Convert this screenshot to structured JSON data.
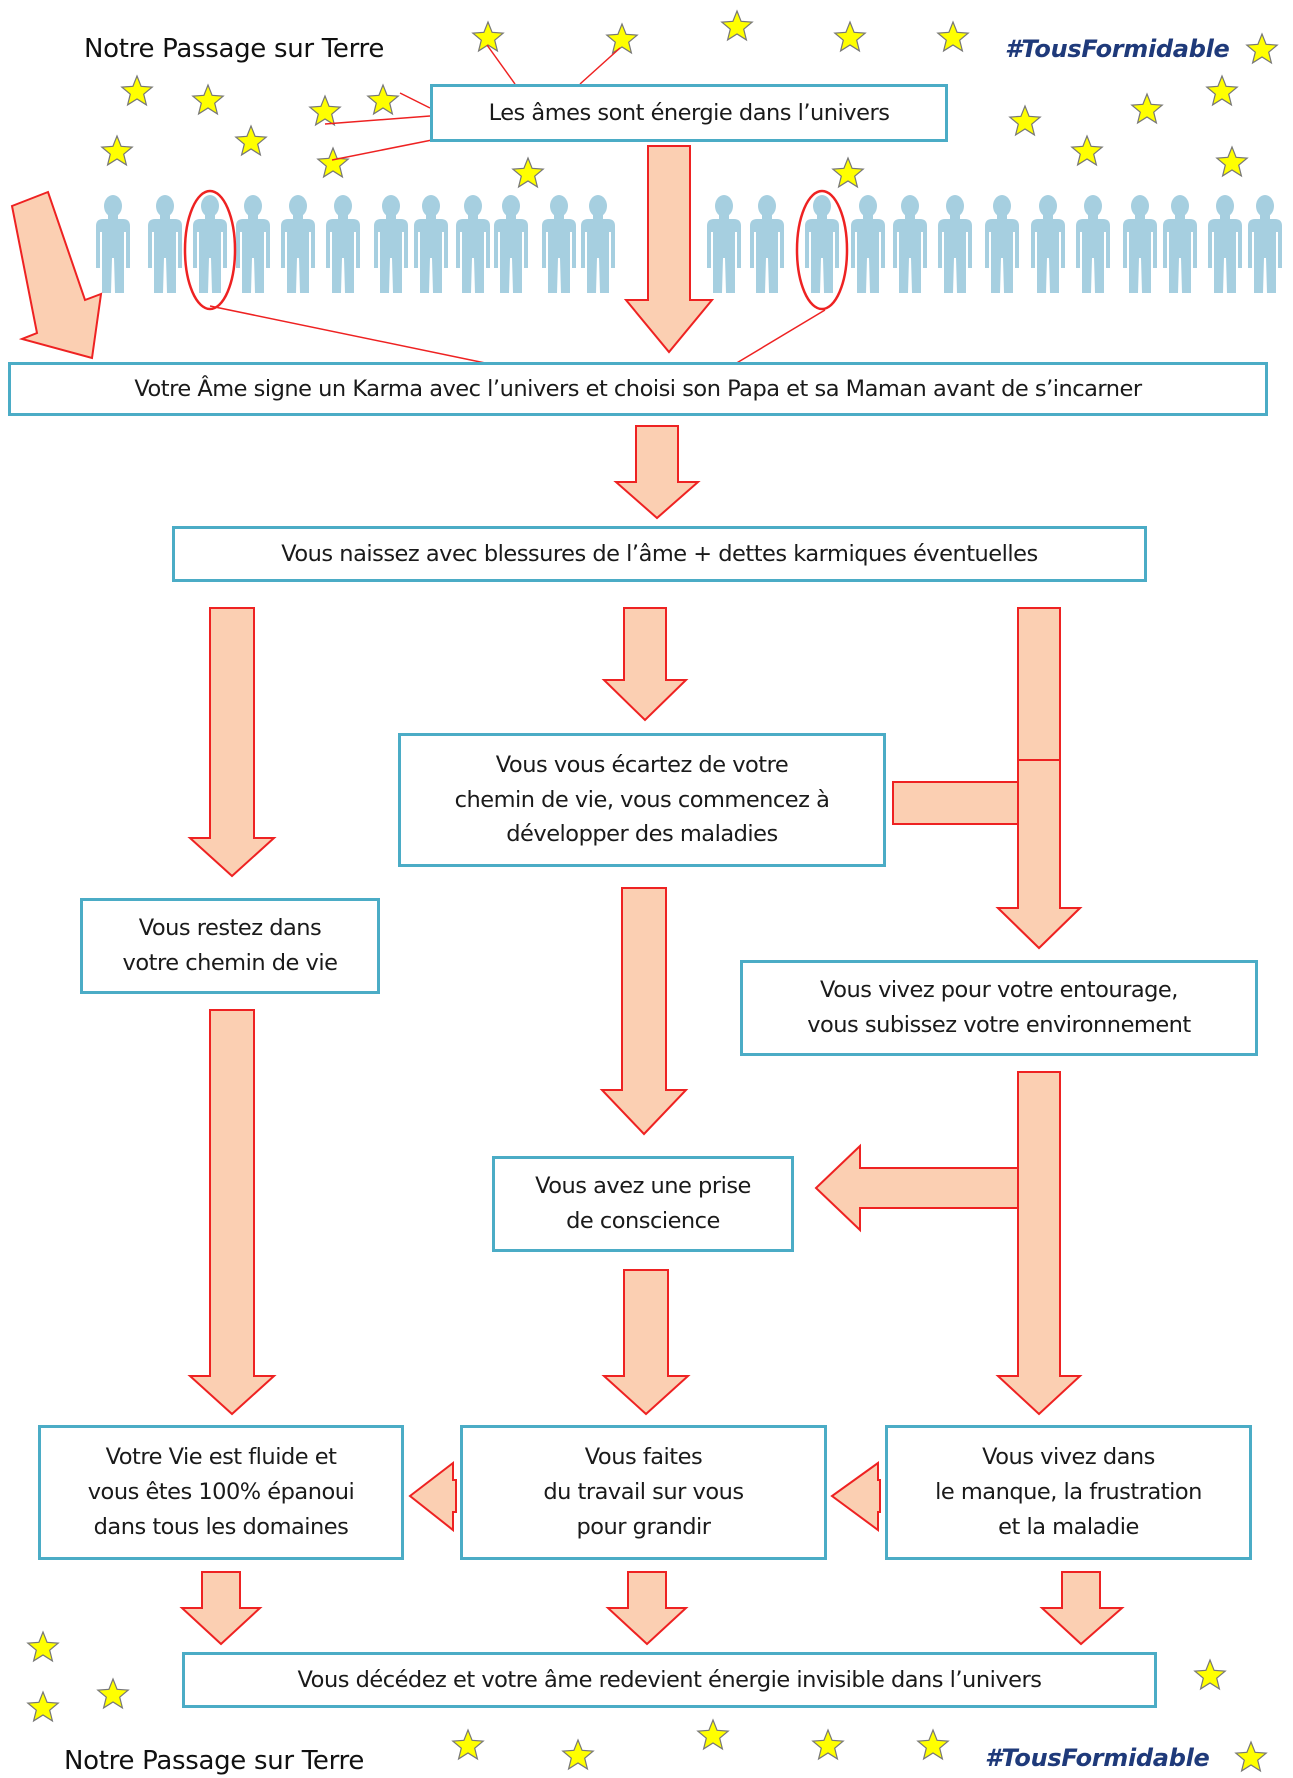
{
  "header": {
    "title": "Notre Passage sur Terre",
    "hashtag": "#TousFormidable"
  },
  "footer": {
    "title": "Notre Passage sur Terre",
    "hashtag": "#TousFormidable"
  },
  "nodes": {
    "energie": "Les âmes sont énergie dans l’univers",
    "karma": "Votre Âme signe un Karma avec l’univers et choisi son Papa et sa Maman avant de s’incarner",
    "naissance": "Vous naissez avec blessures de l’âme + dettes karmiques éventuelles",
    "ecart": [
      "Vous vous écartez de votre",
      "chemin de vie, vous commencez à",
      "développer des maladies"
    ],
    "reste": [
      "Vous restez dans",
      "votre chemin de vie"
    ],
    "entourage": [
      "Vous vivez pour votre entourage,",
      "vous subissez votre environnement"
    ],
    "conscience": [
      "Vous avez une prise",
      "de conscience"
    ],
    "fluide": [
      "Votre Vie est fluide et",
      "vous êtes 100% épanoui",
      "dans tous les domaines"
    ],
    "travail": [
      "Vous faites",
      "du travail sur vous",
      "pour grandir"
    ],
    "manque": [
      "Vous vivez dans",
      "le manque, la frustration",
      "et la maladie"
    ],
    "deces": "Vous décédez et votre âme redevient énergie invisible dans l’univers"
  },
  "colors": {
    "box_border": "#4bacc6",
    "arrow_fill": "#fbcfb2",
    "arrow_stroke": "#ee2222",
    "star_fill": "#ffff00",
    "star_stroke": "#777777",
    "figure": "#a6cfe0",
    "hashtag": "#1f3a7a"
  },
  "icons": {
    "star": "star-icon",
    "figure": "person-silhouette-icon",
    "arrow": "block-arrow-icon"
  }
}
